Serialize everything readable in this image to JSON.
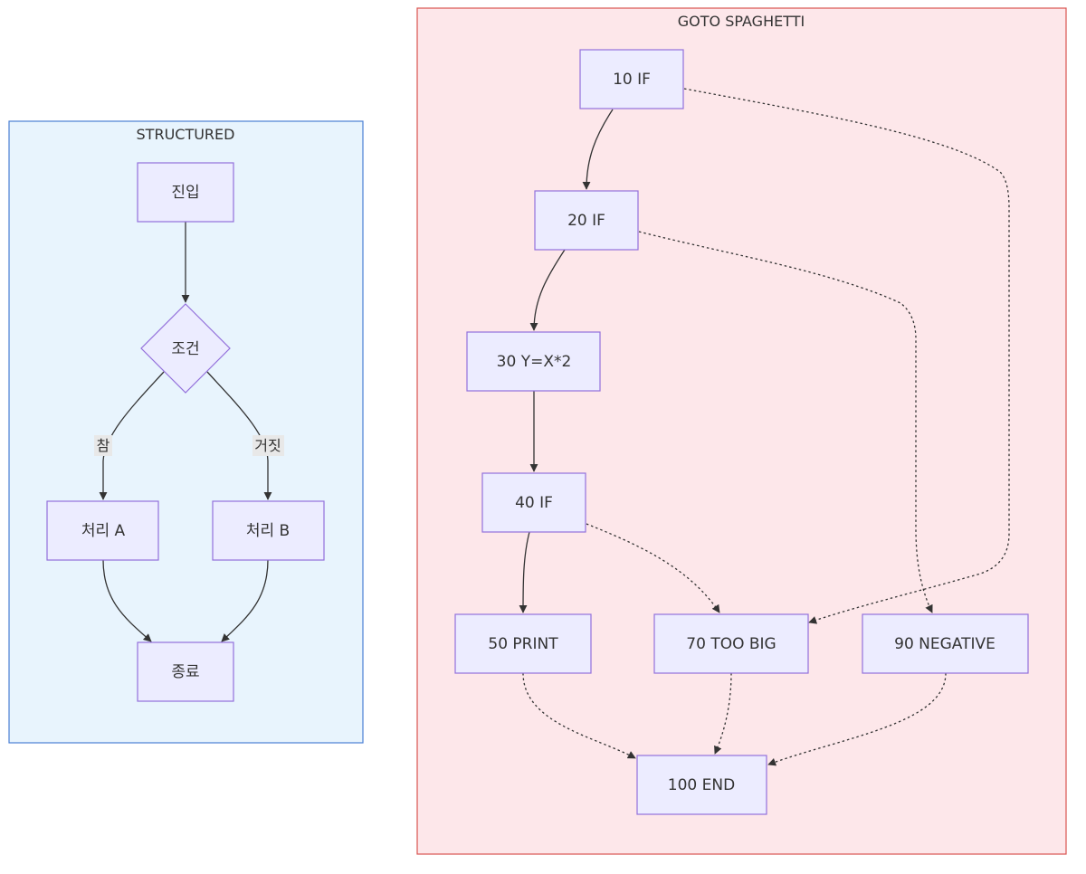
{
  "structured": {
    "title": "STRUCTURED",
    "fill": "#E8F4FD",
    "stroke": "#4A7FD4",
    "nodes": {
      "entry": "진입",
      "condition": "조건",
      "process_a": "처리 A",
      "process_b": "처리 B",
      "end": "종료"
    },
    "edges": {
      "true_label": "참",
      "false_label": "거짓"
    }
  },
  "goto": {
    "title": "GOTO SPAGHETTI",
    "fill": "#FDE7EA",
    "stroke": "#D9534F",
    "nodes": {
      "n10": "10 IF",
      "n20": "20 IF",
      "n30": "30 Y=X*2",
      "n40": "40 IF",
      "n50": "50 PRINT",
      "n70": "70 TOO BIG",
      "n90": "90 NEGATIVE",
      "n100": "100 END"
    }
  },
  "colors": {
    "node_fill": "#ECECFF",
    "node_stroke": "#9370DB",
    "edge": "#333333",
    "edge_label_bg": "#E8E8E8"
  }
}
